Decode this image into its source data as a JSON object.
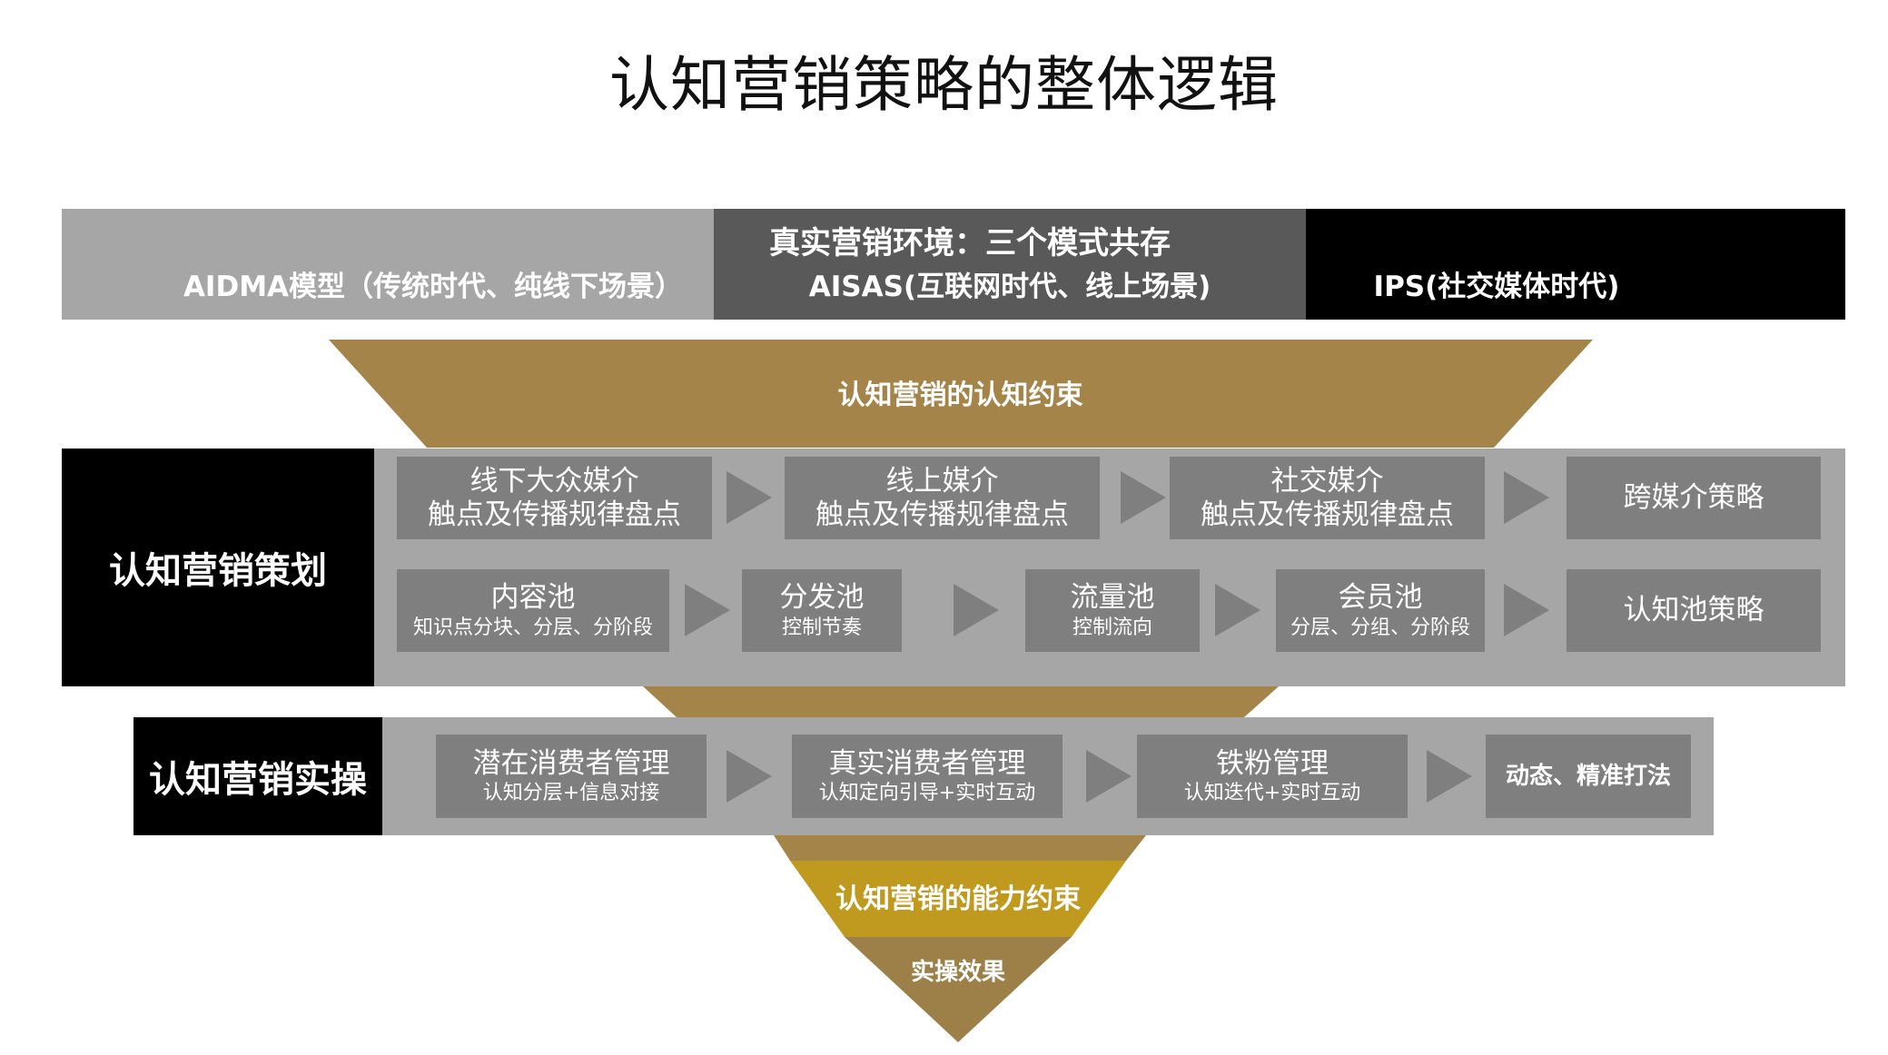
{
  "title": "认知营销策略的整体逻辑",
  "environment": {
    "title": "真实营销环境：三个模式共存",
    "segments": [
      {
        "label": "AIDMA模型（传统时代、纯线下场景）",
        "color": "#a6a6a6"
      },
      {
        "label": "AISAS(互联网时代、线上场景)",
        "color": "#595959"
      },
      {
        "label": "IPS(社交媒体时代)",
        "color": "#000000"
      }
    ]
  },
  "funnel": {
    "top_label": "认知营销的认知约束",
    "ability_label": "认知营销的能力约束",
    "effect_label": "实操效果",
    "colors": {
      "gold": "#a5844a",
      "ability": "#c09a1e",
      "effect": "#9d8047"
    }
  },
  "planning": {
    "head": "认知营销策划",
    "row1": [
      {
        "title": "线下大众媒介",
        "sub": "触点及传播规律盘点"
      },
      {
        "title": "线上媒介",
        "sub": "触点及传播规律盘点"
      },
      {
        "title": "社交媒介",
        "sub": "触点及传播规律盘点"
      },
      {
        "title": "跨媒介策略",
        "sub": ""
      }
    ],
    "row2": [
      {
        "title": "内容池",
        "sub": "知识点分块、分层、分阶段"
      },
      {
        "title": "分发池",
        "sub": "控制节奏"
      },
      {
        "title": "流量池",
        "sub": "控制流向"
      },
      {
        "title": "会员池",
        "sub": "分层、分组、分阶段"
      },
      {
        "title": "认知池策略",
        "sub": ""
      }
    ]
  },
  "operation": {
    "head": "认知营销实操",
    "items": [
      {
        "title": "潜在消费者管理",
        "sub": "认知分层+信息对接"
      },
      {
        "title": "真实消费者管理",
        "sub": "认知定向引导+实时互动"
      },
      {
        "title": "铁粉管理",
        "sub": "认知迭代+实时互动"
      },
      {
        "title": "动态、精准打法",
        "sub": ""
      }
    ]
  }
}
